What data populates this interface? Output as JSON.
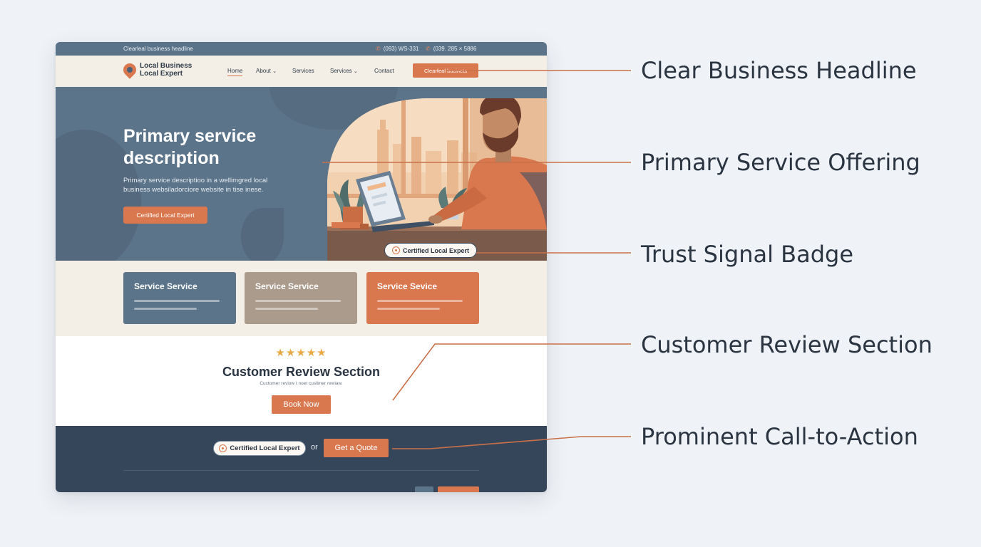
{
  "mockup": {
    "topbar": {
      "tagline": "Clearleal business headline",
      "phone_1": "(093) WS-331",
      "phone_2": "(039. 285 × 5886"
    },
    "logo": {
      "line1": "Local Business",
      "line2": "Local Expert"
    },
    "nav": {
      "items": [
        "Home",
        "About",
        "Services",
        "Services",
        "Contact"
      ],
      "cta": "Clearfeal bucinets"
    },
    "hero": {
      "title": "Primary service description",
      "description": "Primary service descriptioo in a wellimgred local business websiladorciore website in tise inese.",
      "button": "Certified Local Expert",
      "badge": "Certified Local Expert"
    },
    "services": [
      {
        "title": "Service Service",
        "color": "#5b7489"
      },
      {
        "title": "Service Service",
        "color": "#ab9b8d"
      },
      {
        "title": "Service Sevice",
        "color": "#d9774f"
      }
    ],
    "reviews": {
      "stars": "★★★★★",
      "title": "Customer Review Section",
      "subtitle": "Cuctomer reviow I noet cuslimer rewiaw.",
      "button": "Book Now"
    },
    "footer": {
      "badge": "Certified Local Expert",
      "separator": "or",
      "button": "Get a Quote"
    }
  },
  "annotations": [
    "Clear Business Headline",
    "Primary Service Offering",
    "Trust Signal Badge",
    "Customer Review Section",
    "Prominent Call-to-Action"
  ],
  "colors": {
    "accent": "#d9774f",
    "slate": "#5b7489",
    "navy": "#36465a",
    "cream": "#f4efe6",
    "star": "#e8a947"
  }
}
